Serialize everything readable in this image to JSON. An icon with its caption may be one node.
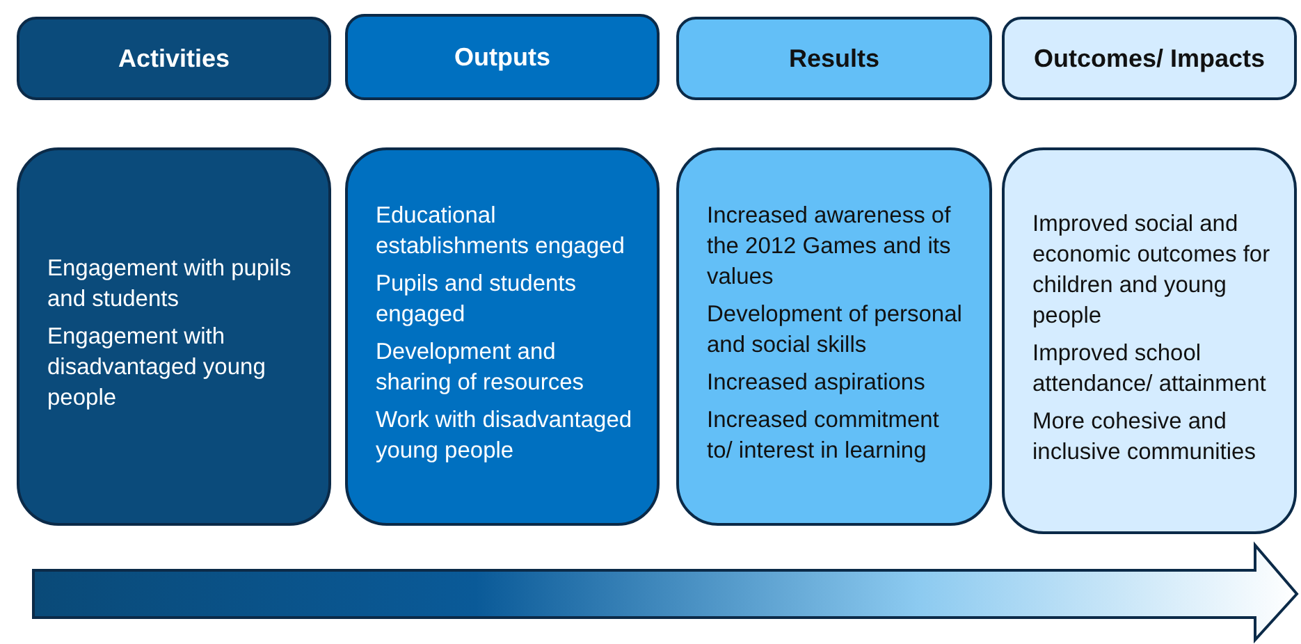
{
  "diagram": {
    "nodes": [
      {
        "text": [
          "Activities"
        ]
      },
      {
        "text": [
          "Outputs"
        ]
      },
      {
        "text": [
          "Results"
        ]
      },
      {
        "text": [
          "Outcomes/ Impacts"
        ]
      },
      {
        "text": [
          "Engagement with pupils and students",
          "Engagement with disadvantaged young people"
        ]
      },
      {
        "text": [
          "Educational establishments engaged",
          "Pupils and students engaged",
          "Development and sharing of resources",
          "Work with disadvantaged young people"
        ]
      },
      {
        "text": [
          "Increased awareness of the 2012 Games and its values",
          "Development of personal and social skills",
          "Increased aspirations",
          "Increased commitment to/ interest in learning"
        ]
      },
      {
        "text": [
          "Improved social and economic outcomes for children and young people",
          "Improved school attendance/ attainment",
          "More cohesive and inclusive communities"
        ]
      }
    ]
  }
}
